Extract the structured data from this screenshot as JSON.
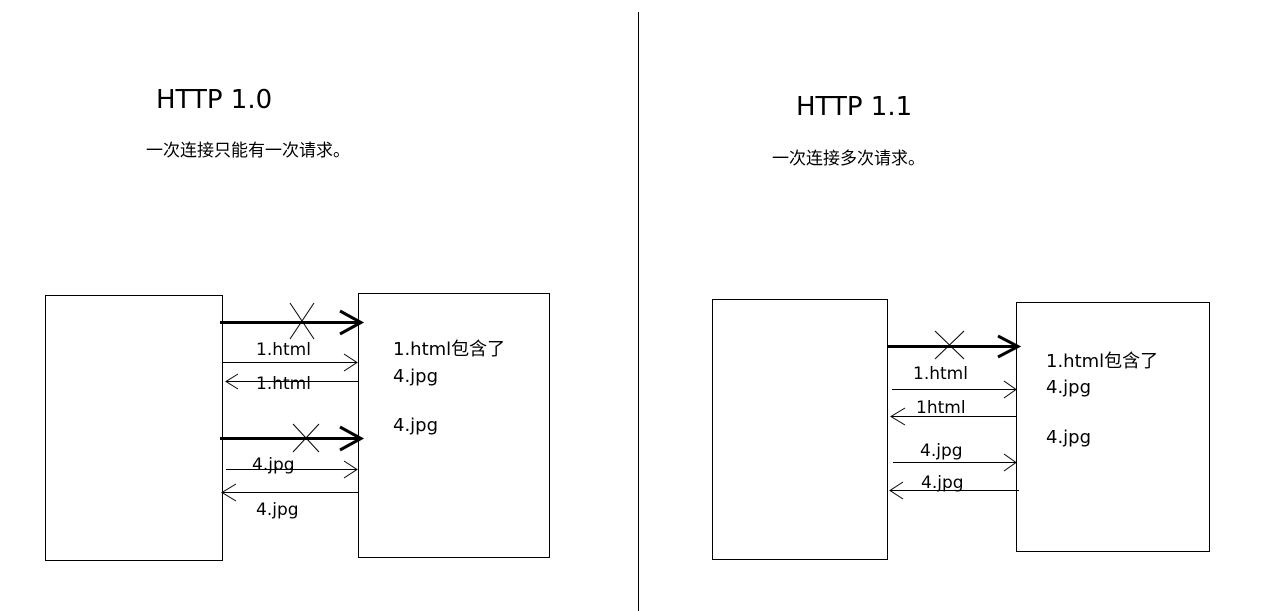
{
  "left": {
    "title": "HTTP 1.0",
    "subtitle": "一次连接只能有一次请求。",
    "server_lines": [
      "1.html包含了",
      "4.jpg",
      "4.jpg"
    ],
    "labels": [
      "1.html",
      "1.html",
      "4.jpg",
      "4.jpg"
    ]
  },
  "right": {
    "title": "HTTP 1.1",
    "subtitle": "一次连接多次请求。",
    "server_lines": [
      "1.html包含了",
      "4.jpg",
      "4.jpg"
    ],
    "labels": [
      "1.html",
      "1html",
      "4.jpg",
      "4.jpg"
    ]
  },
  "colors": {
    "stroke": "#000000",
    "background": "#ffffff"
  }
}
